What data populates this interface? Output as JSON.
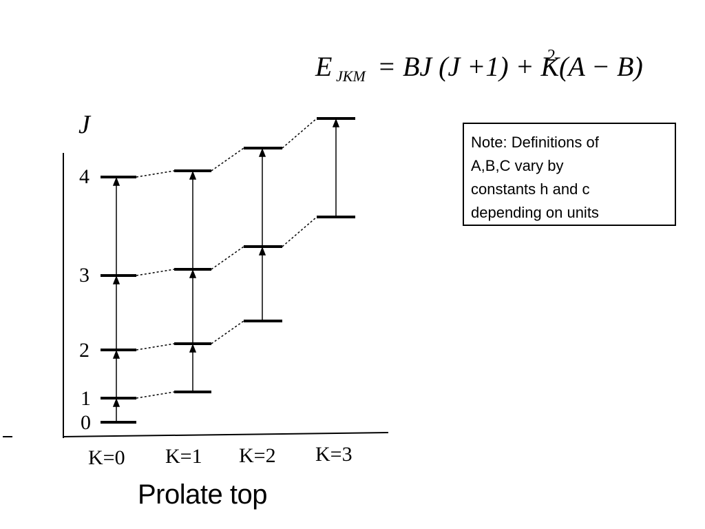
{
  "formula": {
    "E": "E",
    "subscript": "JKM",
    "rhs_prefix": "= BJ (J +1) + K",
    "exponent": "2",
    "rhs_suffix": "(A − B)"
  },
  "diagram": {
    "axis_symbol": "J",
    "j_labels": [
      "4",
      "3",
      "2",
      "1",
      "0"
    ],
    "k_labels": [
      "K=0",
      "K=1",
      "K=2",
      "K=3"
    ]
  },
  "caption": "Prolate top",
  "note": {
    "lines": [
      "Note: Definitions of",
      "A,B,C vary by",
      "constants h and c",
      "depending on units"
    ]
  },
  "colors": {
    "ink": "#000000",
    "background": "#ffffff"
  }
}
